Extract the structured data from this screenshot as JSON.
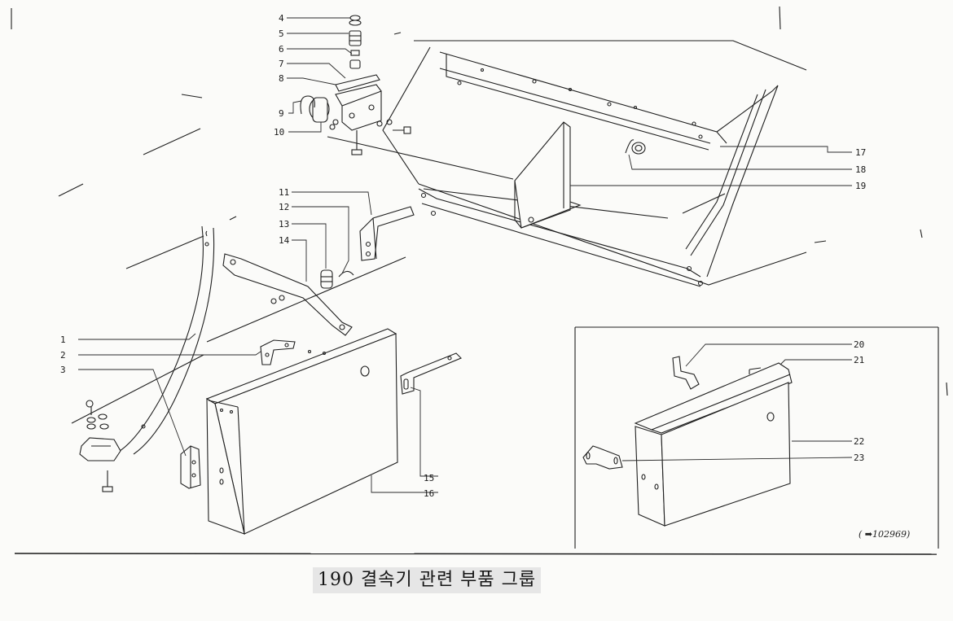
{
  "caption": "190 결속기 관련 부품 그룹",
  "reference": "( ➡102969)",
  "callouts": [
    "1",
    "2",
    "3",
    "4",
    "5",
    "6",
    "7",
    "8",
    "9",
    "10",
    "11",
    "12",
    "13",
    "14",
    "15",
    "16",
    "17",
    "18",
    "19",
    "20",
    "21",
    "22",
    "23"
  ],
  "colors": {
    "ink": "#1f1f1f",
    "paper": "#fbfbf9",
    "caption_bg": "#e6e6e6"
  }
}
